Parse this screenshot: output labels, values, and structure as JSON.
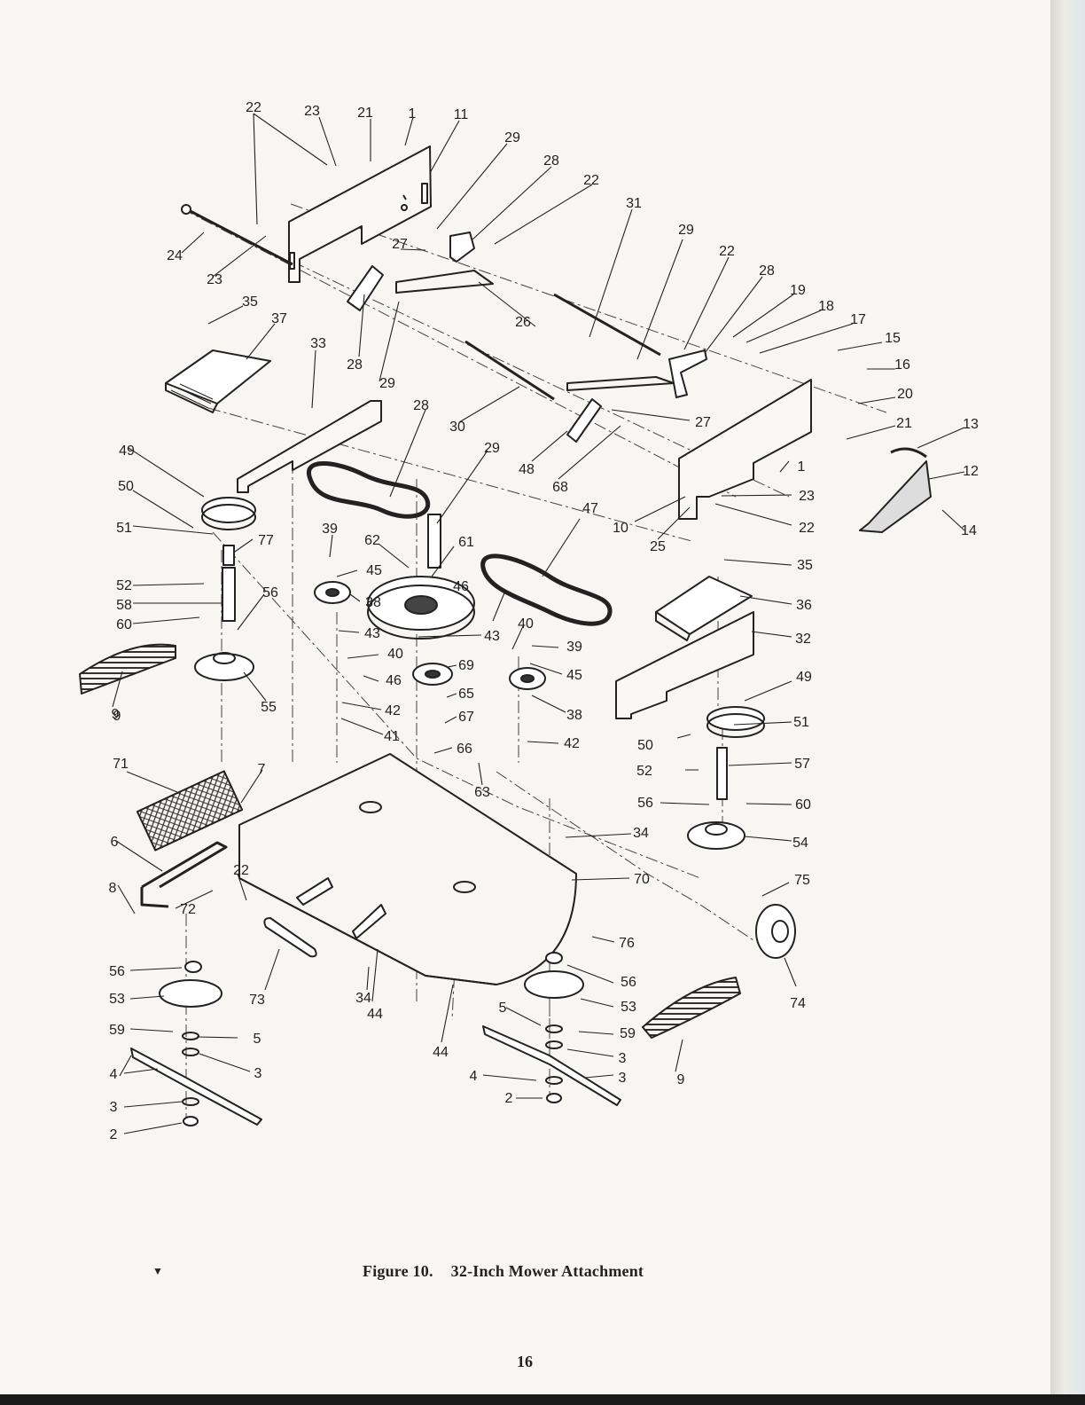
{
  "figure": {
    "label": "Figure 10.",
    "title": "32-Inch Mower Attachment"
  },
  "page_number": "16",
  "colors": {
    "ink": "#222222",
    "paper": "#f7f6f2"
  },
  "callouts": [
    "22",
    "23",
    "21",
    "1",
    "11",
    "29",
    "28",
    "22",
    "31",
    "29",
    "22",
    "28",
    "19",
    "18",
    "17",
    "15",
    "16",
    "20",
    "21",
    "13",
    "12",
    "14",
    "24",
    "23",
    "27",
    "26",
    "27",
    "35",
    "37",
    "33",
    "28",
    "29",
    "30",
    "28",
    "29",
    "48",
    "68",
    "49",
    "50",
    "51",
    "77",
    "52",
    "58",
    "60",
    "56",
    "55",
    "9",
    "39",
    "62",
    "61",
    "45",
    "38",
    "43",
    "40",
    "46",
    "42",
    "41",
    "43",
    "69",
    "65",
    "67",
    "66",
    "63",
    "46",
    "40",
    "39",
    "45",
    "38",
    "42",
    "47",
    "10",
    "25",
    "1",
    "23",
    "22",
    "35",
    "36",
    "32",
    "49",
    "51",
    "50",
    "52",
    "57",
    "56",
    "60",
    "54",
    "34",
    "75",
    "70",
    "76",
    "74",
    "71",
    "7",
    "6",
    "22",
    "8",
    "72",
    "73",
    "34",
    "44",
    "44",
    "56",
    "53",
    "59",
    "5",
    "3",
    "4",
    "3",
    "2",
    "56",
    "53",
    "5",
    "59",
    "3",
    "4",
    "3",
    "2",
    "9",
    "9"
  ]
}
